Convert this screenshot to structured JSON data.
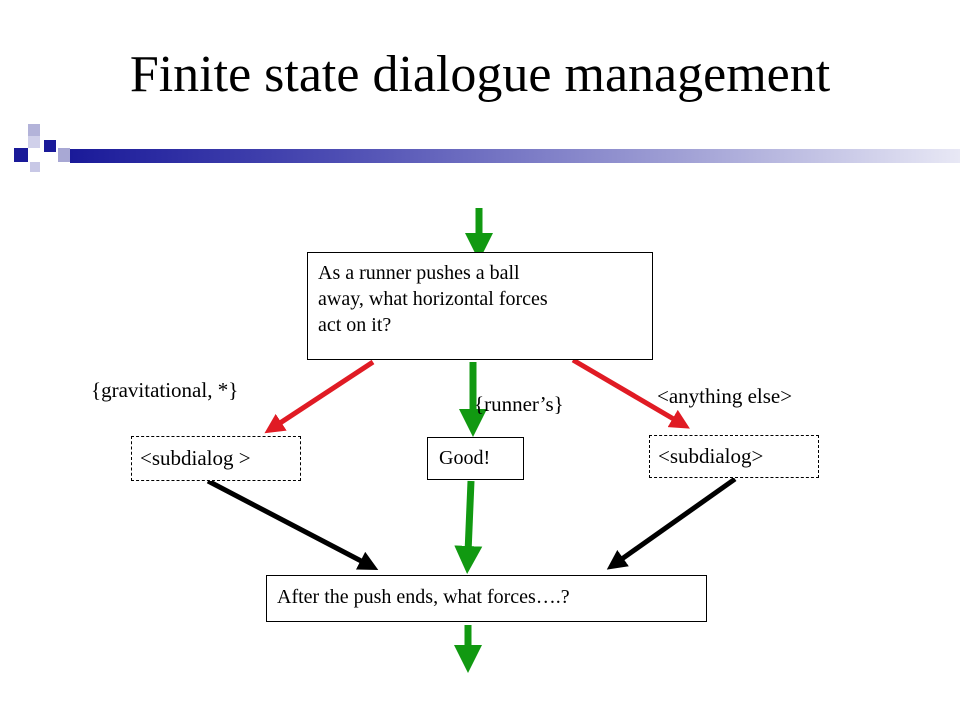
{
  "slide": {
    "title": "Finite state dialogue management"
  },
  "diagram": {
    "question_box": {
      "lines": [
        "As a runner pushes a ball",
        "away, what horizontal forces",
        "act on it?"
      ]
    },
    "edge_labels": {
      "left": "{gravitational, *}",
      "middle": "{runner’s}",
      "right": "<anything else>"
    },
    "nodes": {
      "left_subdialog": "<subdialog >",
      "good": "Good!",
      "right_subdialog": "<subdialog>",
      "next_question": "After the push ends, what forces….?"
    },
    "colors": {
      "green_arrow": "#119911",
      "red_arrow": "#e01b24",
      "black_arrow": "#000000"
    }
  }
}
